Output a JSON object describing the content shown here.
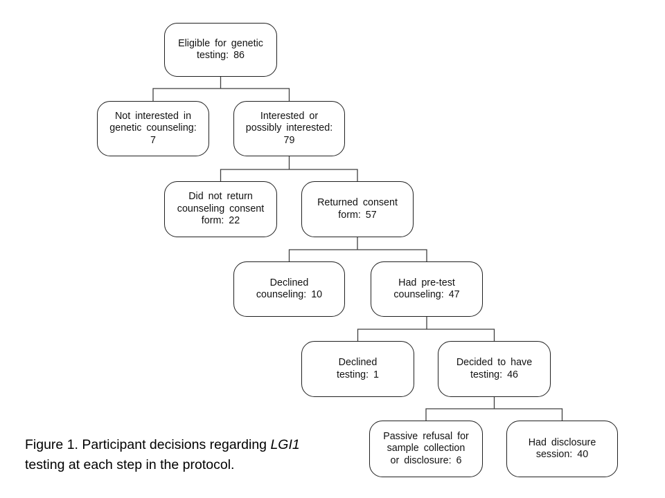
{
  "figure": {
    "caption_prefix": "Figure 1. Participant decisions regarding ",
    "caption_italic": "LGI1",
    "caption_suffix": "\ntesting at each step in the protocol."
  },
  "flowchart": {
    "nodes": [
      {
        "id": "eligible",
        "label": "Eligible for genetic\ntesting: 86",
        "count": 86
      },
      {
        "id": "not-interested",
        "label": "Not interested in\ngenetic counseling:\n7",
        "count": 7
      },
      {
        "id": "interested",
        "label": "Interested or\npossibly interested:\n79",
        "count": 79
      },
      {
        "id": "no-consent-form",
        "label": "Did not return\ncounseling consent\nform: 22",
        "count": 22
      },
      {
        "id": "returned-consent",
        "label": "Returned consent\nform: 57",
        "count": 57
      },
      {
        "id": "declined-counseling",
        "label": "Declined\ncounseling: 10",
        "count": 10
      },
      {
        "id": "pretest-counseling",
        "label": "Had pre-test\ncounseling: 47",
        "count": 47
      },
      {
        "id": "declined-testing",
        "label": "Declined\ntesting: 1",
        "count": 1
      },
      {
        "id": "decided-testing",
        "label": "Decided to have\ntesting: 46",
        "count": 46
      },
      {
        "id": "passive-refusal",
        "label": "Passive refusal for\nsample collection\nor disclosure: 6",
        "count": 6
      },
      {
        "id": "disclosure-session",
        "label": "Had disclosure\nsession: 40",
        "count": 40
      }
    ]
  },
  "colors": {
    "box_border": "#1f1f1f",
    "connector": "#3f3f3f",
    "text": "#111111",
    "background": "#ffffff"
  }
}
